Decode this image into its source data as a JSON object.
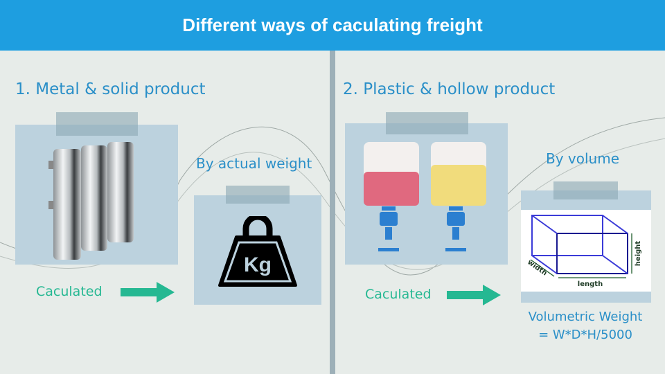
{
  "header": {
    "title": "Different ways of caculating freight"
  },
  "left": {
    "title": "1.  Metal & solid product",
    "method": "By actual weight",
    "calc_label": "Caculated",
    "icon_text": "Kg"
  },
  "right": {
    "title": "2.  Plastic & hollow product",
    "method": "By volume",
    "calc_label": "Caculated",
    "diagram": {
      "width": "width",
      "length": "length",
      "height": "height"
    },
    "formula_line1": "Volumetric  Weight",
    "formula_line2": "= W*D*H/5000"
  },
  "colors": {
    "header": "#1e9ee0",
    "accent_text": "#2a8fc8",
    "arrow": "#25b892",
    "box": "#bcd2de"
  }
}
